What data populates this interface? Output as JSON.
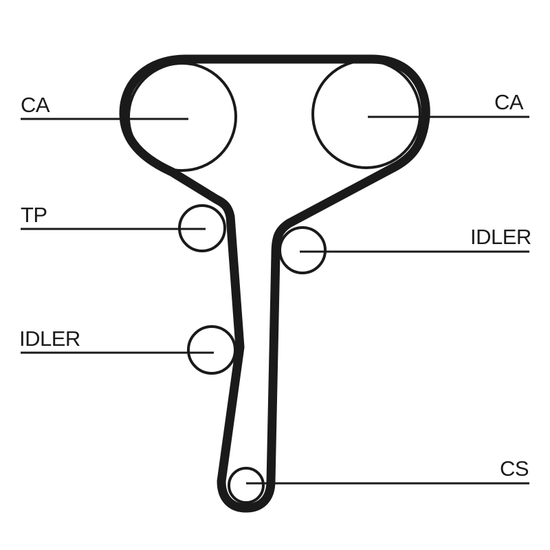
{
  "labels": {
    "ca_left": "CA",
    "ca_right": "CA",
    "tp": "TP",
    "idler_right": "IDLER",
    "idler_left": "IDLER",
    "cs": "CS"
  },
  "colors": {
    "ink": "#1a1a1a",
    "background": "#ffffff"
  }
}
